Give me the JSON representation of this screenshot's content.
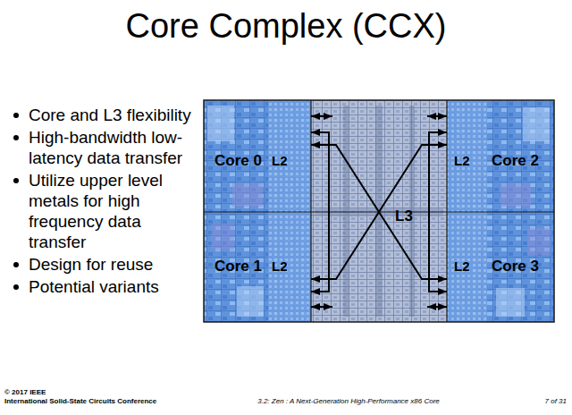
{
  "diagram": {
    "title": "Core Complex (CCX)",
    "nodes": [
      {
        "text": [
          "Core 0"
        ]
      },
      {
        "text": [
          "L2"
        ],
        "in": 0
      },
      {
        "text": [
          "Core 1"
        ]
      },
      {
        "text": [
          "L2"
        ],
        "in": 2
      },
      {
        "text": [
          "L3"
        ]
      },
      {
        "text": [
          "Core 2"
        ]
      },
      {
        "text": [
          "L2"
        ],
        "in": 5
      },
      {
        "text": [
          "Core 3"
        ]
      },
      {
        "text": [
          "L2"
        ],
        "in": 7
      }
    ],
    "edges": [
      {
        "from": 1,
        "to": 4,
        "arrow": "both"
      },
      {
        "from": 3,
        "to": 4,
        "arrow": "both"
      },
      {
        "from": 6,
        "to": 4,
        "arrow": "both"
      },
      {
        "from": 8,
        "to": 4,
        "arrow": "both"
      },
      {
        "from": 1,
        "to": 3,
        "arrow": "both"
      },
      {
        "from": 6,
        "to": 8,
        "arrow": "both"
      },
      {
        "from": 1,
        "to": 8,
        "arrow": "both"
      },
      {
        "from": 3,
        "to": 6,
        "arrow": "both"
      }
    ],
    "labels": [
      "Core and L3 flexibility",
      "High-bandwidth low-latency data transfer",
      "Utilize upper level metals for high frequency data transfer",
      "Design for reuse",
      "Potential variants",
      "© 2017 IEEE",
      "International Solid-State Circuits Conference",
      "3.2: Zen : A Next-Generation High-Performance x86 Core",
      "7 of 31"
    ]
  }
}
